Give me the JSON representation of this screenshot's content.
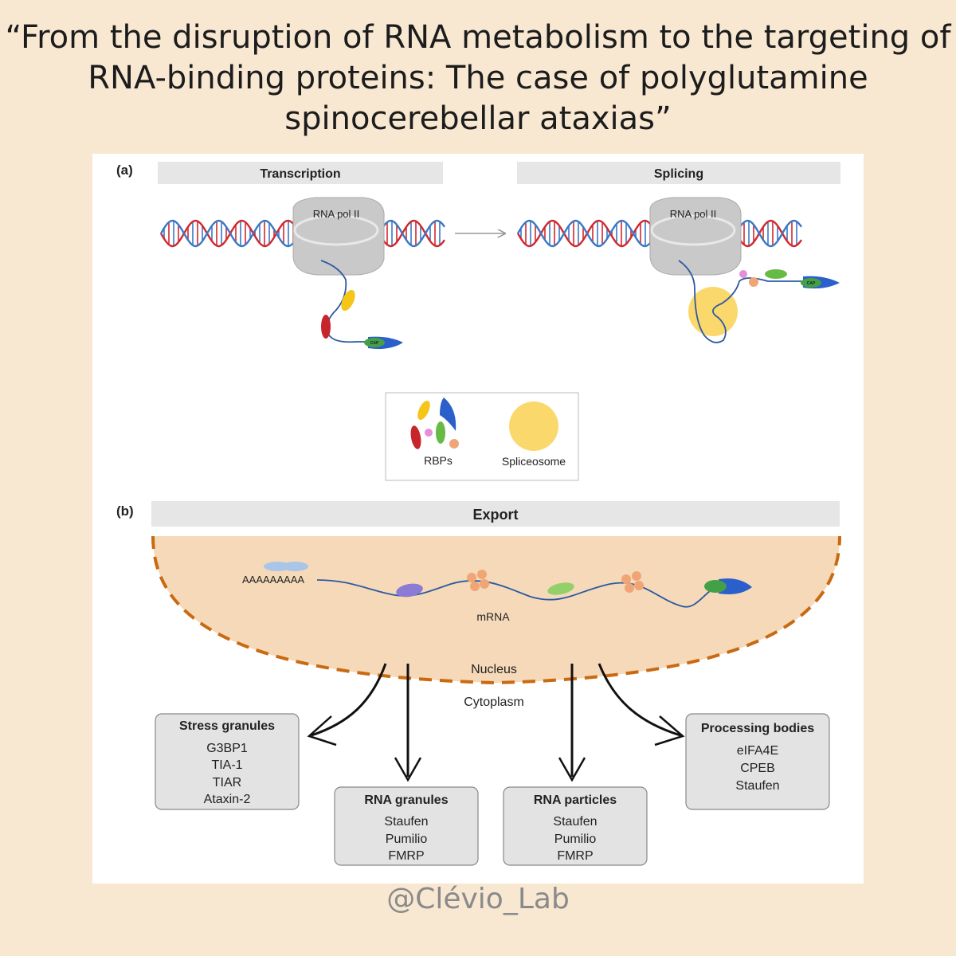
{
  "title": "“From the disruption of RNA metabolism to the targeting of RNA-binding proteins: The case of polyglutamine spinocerebellar ataxias”",
  "handle": "@Clévio_Lab",
  "colors": {
    "background": "#f8e8d2",
    "dna_red": "#d0282e",
    "dna_blue": "#3a78c4",
    "nucleus_fill": "#f5d9b8",
    "nucleus_border": "#c96a12",
    "spliceosome": "#fbd86c"
  },
  "panel_a": {
    "label": "(a)",
    "transcription_header": "Transcription",
    "splicing_header": "Splicing",
    "polymerase_left": "RNA pol II",
    "polymerase_right": "RNA pol II",
    "cap_left": "CAP",
    "cap_right": "CAP",
    "legend": {
      "rbps_label": "RBPs",
      "spliceosome_label": "Spliceosome"
    }
  },
  "panel_b": {
    "label": "(b)",
    "export_header": "Export",
    "polya_label": "AAAAAAAAA",
    "mrna_label": "mRNA",
    "nucleus_label": "Nucleus",
    "cytoplasm_label": "Cytoplasm",
    "boxes": [
      {
        "title": "Stress granules",
        "items": [
          "G3BP1",
          "TIA-1",
          "TIAR",
          "Ataxin-2"
        ]
      },
      {
        "title": "RNA granules",
        "items": [
          "Staufen",
          "Pumilio",
          "FMRP"
        ]
      },
      {
        "title": "RNA particles",
        "items": [
          "Staufen",
          "Pumilio",
          "FMRP"
        ]
      },
      {
        "title": "Processing bodies",
        "items": [
          "eIFA4E",
          "CPEB",
          "Staufen"
        ]
      }
    ]
  }
}
